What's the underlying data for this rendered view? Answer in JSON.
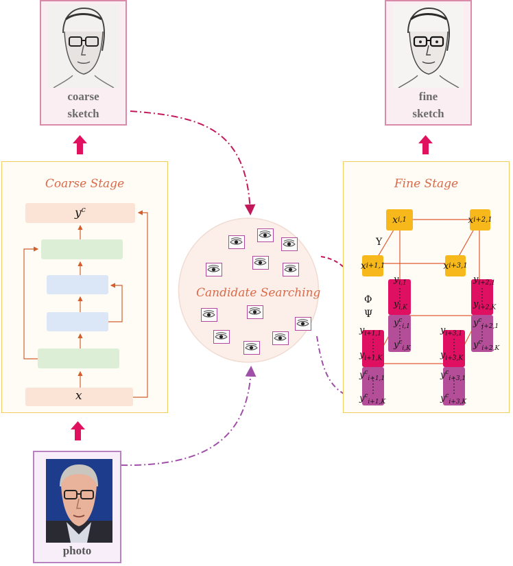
{
  "top_left": {
    "caption_line1": "coarse",
    "caption_line2": "sketch"
  },
  "top_right": {
    "caption_line1": "fine",
    "caption_line2": "sketch"
  },
  "bottom": {
    "caption": "photo"
  },
  "coarse_stage": {
    "title": "Coarse Stage",
    "output_label": "y",
    "output_sup": "c",
    "input_label": "x"
  },
  "candidate": {
    "title": "Candidate Searching"
  },
  "fine_stage": {
    "title": "Fine Stage",
    "x_nodes": [
      {
        "base": "x",
        "sub": "i,1"
      },
      {
        "base": "x",
        "sub": "i+2,1"
      },
      {
        "base": "x",
        "sub": "i+1,1"
      },
      {
        "base": "x",
        "sub": "i+3,1"
      }
    ],
    "greek": {
      "upsilon": "Υ",
      "phi": "Φ",
      "psi": "Ψ"
    },
    "y_labels": {
      "a_top": "i,1",
      "a_bot": "i,K",
      "a_c_top": "i,1",
      "a_c_bot": "i,K",
      "b_top": "i+2,1",
      "b_bot": "i+2,K",
      "b_c_top": "i+2,1",
      "b_c_bot": "i+2,K",
      "c_top": "i+1,1",
      "c_bot": "i+1,K",
      "c_c_top": "i+1,1",
      "c_c_bot": "i+1,K",
      "d_top": "i+3,1",
      "d_bot": "i+3,K",
      "d_c_top": "i+3,1",
      "d_c_bot": "i+3,K"
    },
    "y_base": "y",
    "c_sup": "c"
  },
  "colors": {
    "sketch_border": "#d98aa8",
    "photo_border": "#b882c0",
    "stage_border": "#f0cc62",
    "arrow_magenta": "#e0115f",
    "dash_sketch": "#c2185b",
    "dash_photo": "#a04fa8",
    "x_node": "#f7b81c",
    "y_bar": "#df0f62",
    "yc_bar": "#b44e98",
    "title_orange": "#d96a4a"
  }
}
